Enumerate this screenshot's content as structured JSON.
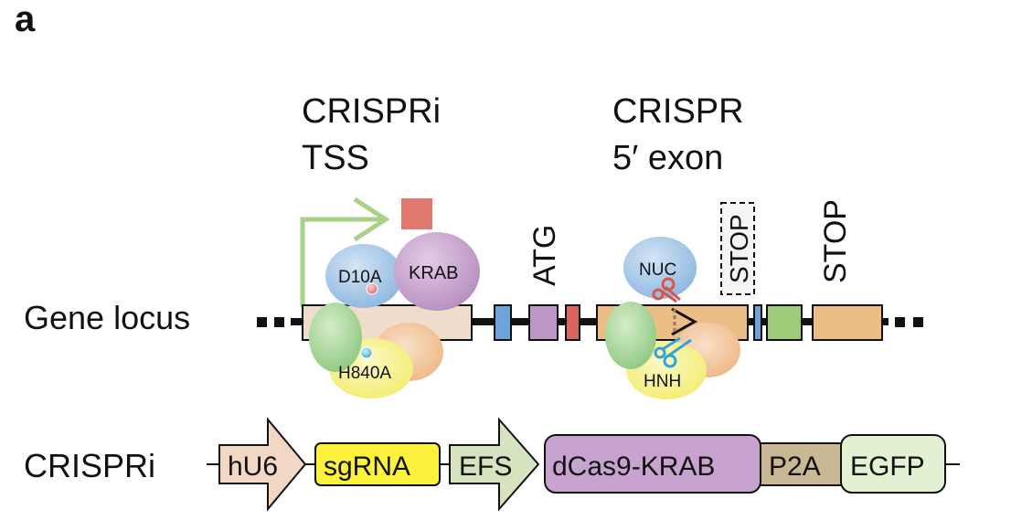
{
  "panel_label": "a",
  "headers": {
    "crispri_line1": "CRISPRi",
    "crispri_line2": "TSS",
    "crispr_line1": "CRISPR",
    "crispr_line2": "5′ exon"
  },
  "rows": {
    "gene_locus": "Gene locus",
    "crispri": "CRISPRi"
  },
  "markers": {
    "atg": "ATG",
    "stop_dashed": "STOP",
    "stop": "STOP"
  },
  "proteins": {
    "d10a": "D10A",
    "krab": "KRAB",
    "h840a": "H840A",
    "nuc": "NUC",
    "hnh": "HNH"
  },
  "construct": {
    "hu6": "hU6",
    "sgrna": "sgRNA",
    "efs": "EFS",
    "dcas9_krab": "dCas9-KRAB",
    "p2a": "P2A",
    "egfp": "EGFP"
  },
  "colors": {
    "exon": "#EDBD86",
    "promoter_region": "#EFDCCB",
    "blue_exon": "#6FA3D8",
    "purple_exon": "#BE97C6",
    "red_exon": "#D9665E",
    "green_exon": "#9FCB7A",
    "tss_arrow": "#A8D28A",
    "krab_square": "#E07A6E",
    "cas9_blue": "#A9C9EA",
    "cas9_green": "#A8D79A",
    "cas9_yellow": "#F7F28A",
    "cas9_orange": "#F2C39A",
    "krab_purple": "#C9A3CF",
    "sgrna_yellow": "#FCF23B",
    "efs_green": "#D5E4BE",
    "hu6_peach": "#F2D7C5",
    "dcas9_purple": "#C9A3CF",
    "p2a_tan": "#C9B896",
    "egfp_green": "#E2F1D2"
  }
}
